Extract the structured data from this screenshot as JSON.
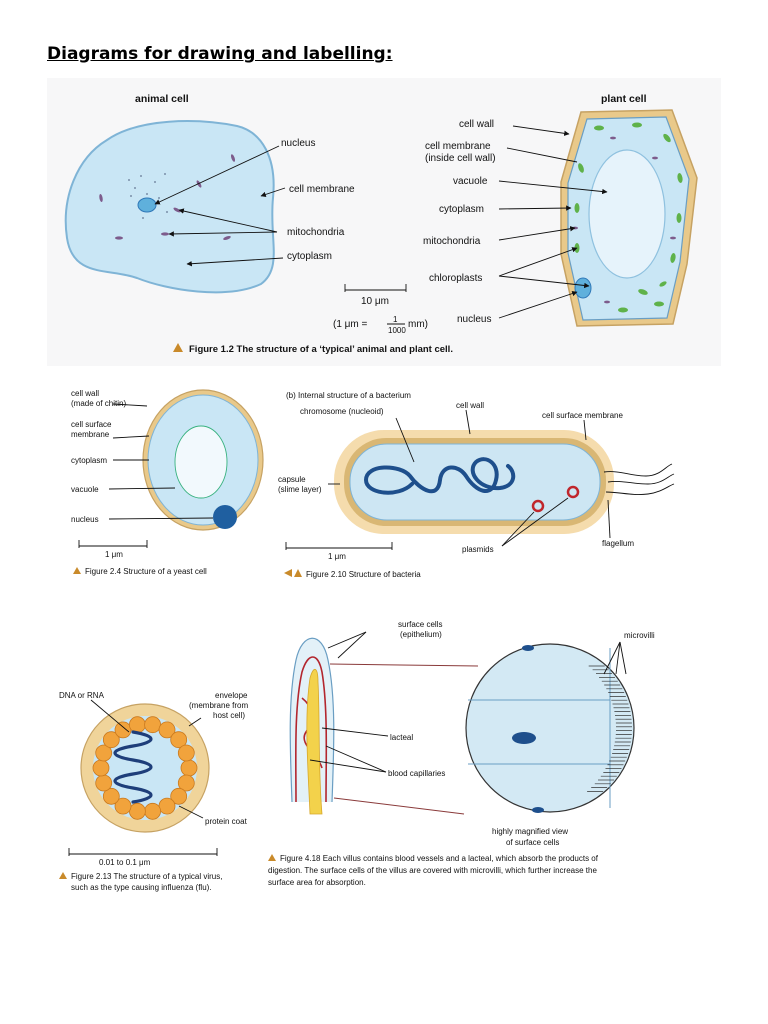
{
  "page": {
    "title": "Diagrams for drawing and labelling:"
  },
  "fig1": {
    "animal_title": "animal cell",
    "plant_title": "plant cell",
    "animal_labels": {
      "nucleus": "nucleus",
      "cell_membrane": "cell membrane",
      "mitochondria": "mitochondria",
      "cytoplasm": "cytoplasm"
    },
    "plant_labels": {
      "cell_wall": "cell wall",
      "cell_membrane_1": "cell membrane",
      "cell_membrane_2": "(inside cell wall)",
      "vacuole": "vacuole",
      "cytoplasm": "cytoplasm",
      "mitochondria": "mitochondria",
      "chloroplasts": "chloroplasts",
      "nucleus": "nucleus"
    },
    "scale": "10 μm",
    "conv_left": "(1 μm =",
    "conv_num": "1",
    "conv_den": "1000",
    "conv_right": "mm)",
    "caption": "Figure 1.2 The structure of a ‘typical’ animal and plant cell."
  },
  "fig2": {
    "labels": {
      "cell_wall": "cell wall",
      "cell_wall_note": "(made of chitin)",
      "membrane_1": "cell surface",
      "membrane_2": "membrane",
      "cytoplasm": "cytoplasm",
      "vacuole": "vacuole",
      "nucleus": "nucleus"
    },
    "scale": "1 μm",
    "caption": "Figure 2.4 Structure of a yeast cell"
  },
  "fig3": {
    "title": "(b) Internal structure of a bacterium",
    "labels": {
      "cell_wall": "cell wall",
      "chromosome": "chromosome (nucleoid)",
      "membrane": "cell surface membrane",
      "capsule_1": "capsule",
      "capsule_2": "(slime layer)",
      "plasmids": "plasmids",
      "flagellum": "flagellum"
    },
    "scale": "1 μm",
    "caption": "Figure 2.10 Structure of bacteria"
  },
  "fig4": {
    "labels": {
      "dna": "DNA or RNA",
      "envelope_1": "envelope",
      "envelope_2": "(membrane from",
      "envelope_3": "host cell)",
      "protein_coat": "protein coat"
    },
    "scale": "0.01 to 0.1 μm",
    "caption_1": "Figure 2.13 The structure of a typical virus,",
    "caption_2": "such as the type causing influenza (flu)."
  },
  "fig5": {
    "labels": {
      "surface_cells_1": "surface cells",
      "surface_cells_2": "(epithelium)",
      "microvilli": "microvilli",
      "lacteal": "lacteal",
      "blood_capillaries": "blood capillaries",
      "magnified_1": "highly magnified view",
      "magnified_2": "of surface cells"
    },
    "caption_1": "Figure 4.18 Each villus contains blood vessels and a lacteal, which absorb the products of",
    "caption_2": "digestion. The surface cells of the villus are covered with microvilli, which further increase the",
    "caption_3": "surface area for absorption."
  },
  "colors": {
    "cytoplasm": "#c9e6f5",
    "membrane": "#7fb4d6",
    "cell_wall": "#e9c98a",
    "chloroplast": "#5fb24a",
    "nucleus": "#2f78b8",
    "caption_arrow": "#c98a2a"
  }
}
